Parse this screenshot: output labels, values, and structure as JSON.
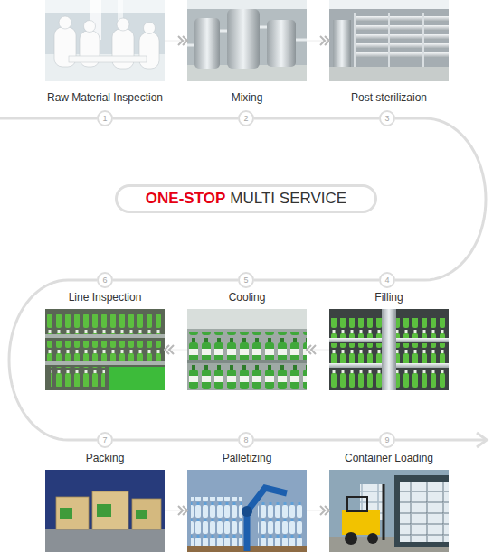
{
  "diagram": {
    "nodes": [
      {
        "text": [
          "Raw Material Inspection"
        ]
      },
      {
        "text": [
          "Mixing"
        ]
      },
      {
        "text": [
          "Post sterilizaion"
        ]
      },
      {
        "text": [
          "Filling"
        ]
      },
      {
        "text": [
          "Cooling"
        ]
      },
      {
        "text": [
          "Line Inspection"
        ]
      },
      {
        "text": [
          "Packing"
        ]
      },
      {
        "text": [
          "Palletizing"
        ]
      },
      {
        "text": [
          "Container Loading"
        ]
      },
      {
        "text": [
          "1"
        ]
      },
      {
        "text": [
          "2"
        ]
      },
      {
        "text": [
          "3"
        ]
      },
      {
        "text": [
          "4"
        ]
      },
      {
        "text": [
          "5"
        ]
      },
      {
        "text": [
          "6"
        ]
      },
      {
        "text": [
          "7"
        ]
      },
      {
        "text": [
          "8"
        ]
      },
      {
        "text": [
          "9"
        ]
      },
      {
        "text": [
          "ONE-STOP",
          "MULTI SERVICE"
        ]
      }
    ],
    "edges": [
      {
        "from": 0,
        "to": 1,
        "arrow": "to"
      },
      {
        "from": 1,
        "to": 2,
        "arrow": "to"
      },
      {
        "from": 3,
        "to": 4,
        "arrow": "to"
      },
      {
        "from": 4,
        "to": 5,
        "arrow": "to"
      },
      {
        "from": 6,
        "to": 7,
        "arrow": "to"
      },
      {
        "from": 7,
        "to": 8,
        "arrow": "to"
      },
      {
        "from": 9,
        "to": 10,
        "arrow": "none"
      },
      {
        "from": 10,
        "to": 11,
        "arrow": "none"
      },
      {
        "from": 11,
        "to": 12,
        "arrow": "none"
      },
      {
        "from": 12,
        "to": 13,
        "arrow": "none"
      },
      {
        "from": 13,
        "to": 14,
        "arrow": "none"
      },
      {
        "from": 14,
        "to": 15,
        "arrow": "none"
      },
      {
        "from": 15,
        "to": 16,
        "arrow": "none"
      },
      {
        "from": 16,
        "to": 17,
        "arrow": "none"
      }
    ]
  }
}
